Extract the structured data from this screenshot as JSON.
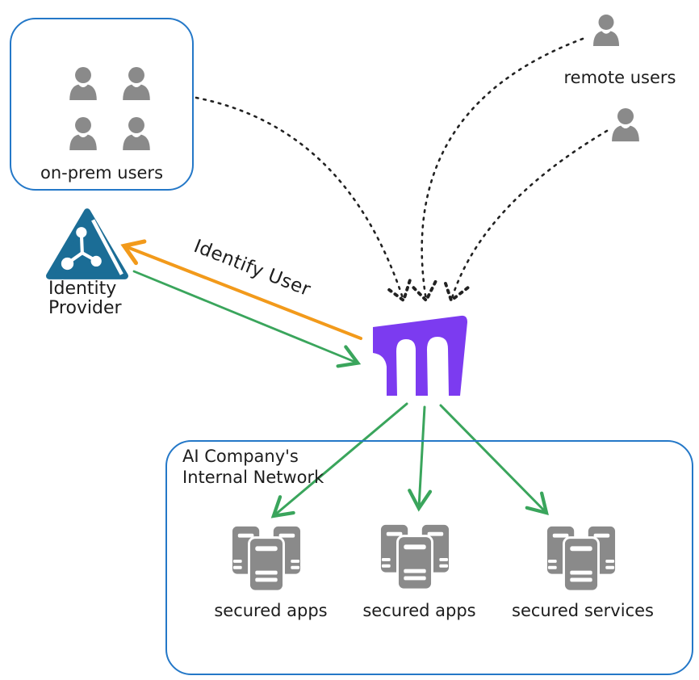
{
  "nodes": {
    "on_prem_users": {
      "label": "on-prem users",
      "user_count": 4
    },
    "remote_users": {
      "label": "remote users",
      "user_count": 2
    },
    "identity_provider": {
      "line1": "Identity",
      "line2": "Provider"
    },
    "gateway": {
      "icon": "aqueduct-gateway-icon"
    },
    "internal_network": {
      "line1": "AI Company's",
      "line2": "Internal Network"
    },
    "secured_1": {
      "label": "secured apps"
    },
    "secured_2": {
      "label": "secured apps"
    },
    "secured_3": {
      "label": "secured services"
    }
  },
  "edges": {
    "identify_user": {
      "label": "Identify User"
    }
  },
  "icons": {
    "user": "person-silhouette-icon",
    "identity_provider": "triangle-network-idp-icon",
    "gateway": "aqueduct-gateway-icon",
    "servers": "server-stack-icon"
  },
  "colors": {
    "box_border_blue": "#2478c8",
    "gateway_purple": "#7c3bf0",
    "arrow_orange": "#f29a1b",
    "arrow_green": "#3aa55c",
    "icon_gray": "#8a8a8a",
    "idp_blue": "#1b6d96",
    "dotted_black": "#222222",
    "text": "#1d1d1d"
  }
}
